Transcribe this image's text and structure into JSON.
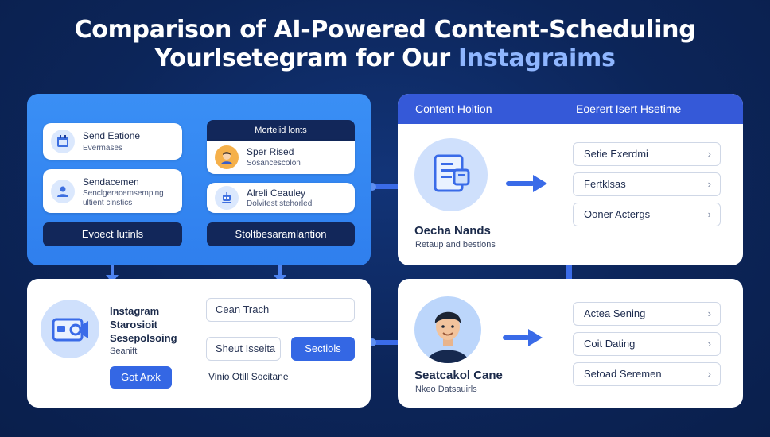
{
  "title": {
    "line1": "Comparison of AI-Powered Content-Scheduling",
    "line2_prefix": "Yourlsetegram for Our ",
    "line2_highlight": "Instagraims"
  },
  "left_panel": {
    "card1": {
      "title": "Send Eatione",
      "sub": "Evermases"
    },
    "card2": {
      "title": "Sendacemen",
      "sub1": "Senclgeracemsemping",
      "sub2": "ultient clnstics"
    },
    "button_left": "Evoect Iutinls",
    "header_right": "Mortelid lonts",
    "card3": {
      "title": "Sper Rised",
      "sub": "Sosancescolon"
    },
    "card4": {
      "title": "Alreli Ceauley",
      "sub": "Dolvitest stehorled"
    },
    "button_right": "Stoltbesaramlantion"
  },
  "right_top": {
    "header_left": "Content Hoition",
    "header_right": "Eoerert Isert Hsetime",
    "label_title": "Oecha Nands",
    "label_sub": "Retaup and bestions",
    "list": [
      "Setie Exerdmi",
      "Fertklsas",
      "Ooner Actergs"
    ]
  },
  "left_bottom": {
    "label1": "Instagram",
    "label2": "Starosioit",
    "label3": "Sesepolsoing",
    "label4": "Seanift",
    "got_button": "Got Arxk",
    "input1": "Cean Trach",
    "input2": "Sheut Isseita",
    "sections_button": "Sectiols",
    "footer": "Vinio Otill Socitane"
  },
  "right_bottom": {
    "label_title": "Seatcakol Cane",
    "label_sub": "Nkeo Datsauirls",
    "list": [
      "Actea Sening",
      "Coit Dating",
      "Setoad Seremen"
    ]
  },
  "colors": {
    "background": "#0c2559",
    "panel_blue": "#3388f2",
    "navy": "#12275a",
    "accent": "#3467e4",
    "highlight_text": "#8fb6ff"
  }
}
